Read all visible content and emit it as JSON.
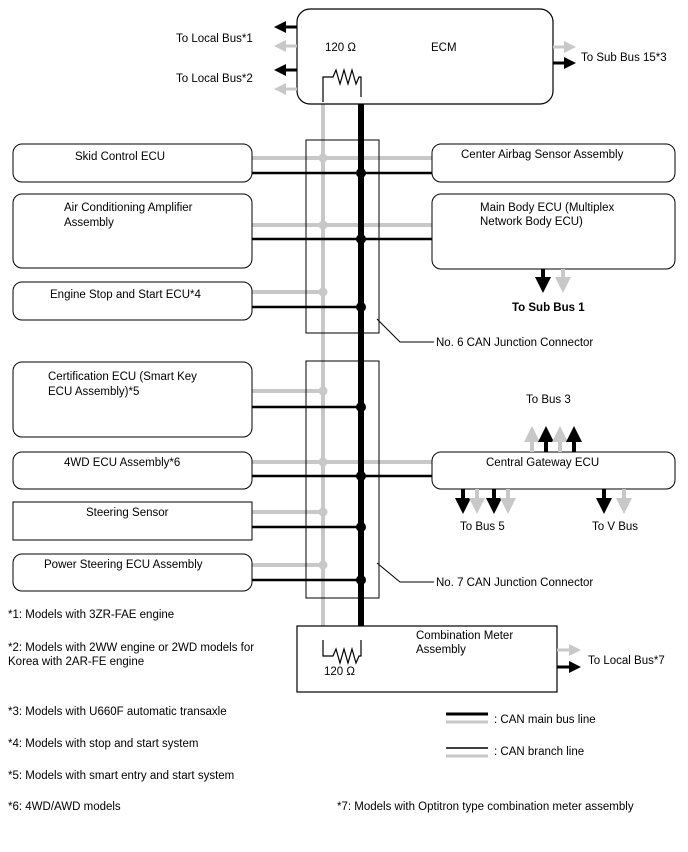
{
  "ecm": {
    "label": "ECM",
    "resistor": "120 Ω"
  },
  "ecm_outputs": {
    "local_bus_1": "To Local Bus*1",
    "local_bus_2": "To Local Bus*2",
    "sub_bus_15": "To Sub Bus 15*3"
  },
  "left_ecus": {
    "skid": "Skid Control ECU",
    "ac_1": "Air Conditioning Amplifier",
    "ac_2": "Assembly",
    "engine_stop": "Engine Stop and Start ECU*4",
    "cert_1": "Certification ECU (Smart Key",
    "cert_2": "ECU Assembly)*5",
    "fourwd": "4WD ECU Assembly*6",
    "steering": "Steering Sensor",
    "power_steering": "Power Steering ECU Assembly"
  },
  "right_ecus": {
    "airbag": "Center Airbag Sensor Assembly",
    "main_body_1": "Main Body ECU (Multiplex",
    "main_body_2": "Network Body ECU)",
    "gateway": "Central Gateway ECU",
    "combo_1": "Combination Meter",
    "combo_2": "Assembly",
    "combo_resistor": "120 Ω"
  },
  "bus_labels": {
    "sub_bus_1": "To Sub Bus 1",
    "bus_3": "To Bus 3",
    "bus_5": "To Bus 5",
    "v_bus": "To V Bus",
    "local_bus_7": "To Local Bus*7"
  },
  "junctions": {
    "j6": "No. 6 CAN Junction Connector",
    "j7": "No. 7 CAN Junction Connector"
  },
  "notes": {
    "n1": "*1: Models with 3ZR-FAE engine",
    "n2a": "*2: Models with 2WW engine or 2WD models for",
    "n2b": "Korea with 2AR-FE engine",
    "n3": "*3: Models with U660F automatic transaxle",
    "n4": "*4: Models with stop and start system",
    "n5": "*5: Models with smart entry and start system",
    "n6": "*6: 4WD/AWD models",
    "n7": "*7: Models with Optitron type combination meter assembly"
  },
  "legend": {
    "main": ": CAN main bus line",
    "branch": ": CAN branch line"
  }
}
